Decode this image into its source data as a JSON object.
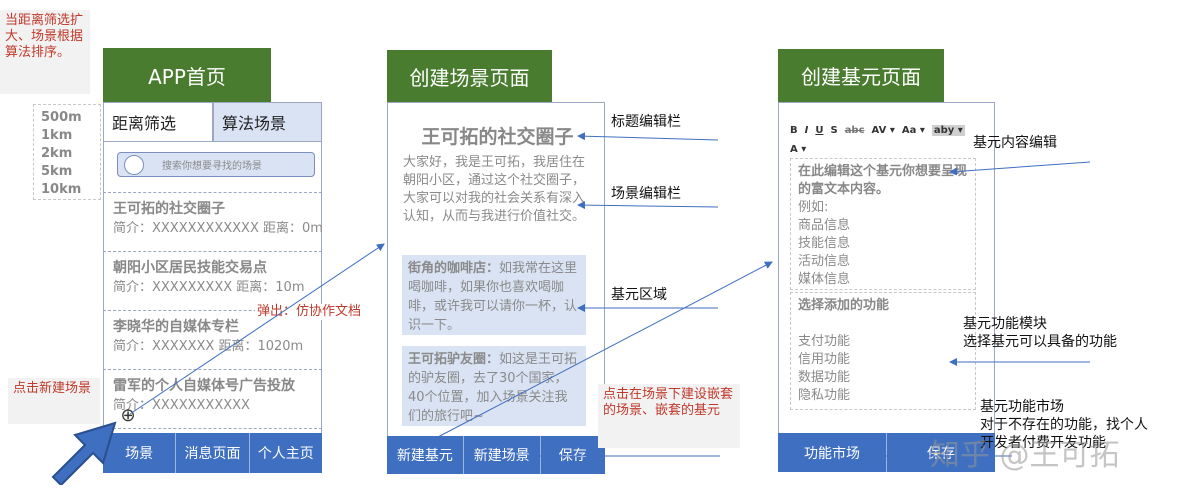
{
  "notes": {
    "top_left": "当距离筛选扩大、场景根据算法排序。",
    "add_scene": "点击新建场景",
    "popup": "弹出：仿协作文档",
    "nested": "点击在场景下建设嵌套的场景、嵌套的基元"
  },
  "distance_options": [
    "500m",
    "1km",
    "2km",
    "5km",
    "10km"
  ],
  "home": {
    "title": "APP首页",
    "tabs": [
      "距离筛选",
      "算法场景"
    ],
    "search_placeholder": "搜索你想要寻找的场景",
    "items": [
      {
        "title": "王可拓的社交圈子",
        "sub": "简介：XXXXXXXXXXXX 距离：0m"
      },
      {
        "title": "朝阳小区居民技能交易点",
        "sub": "简介：XXXXXXXXX 距离：10m"
      },
      {
        "title": "李晓华的自媒体专栏",
        "sub": "简介：XXXXXXX 距离：1020m"
      },
      {
        "title": "雷军的个人自媒体号广告投放",
        "sub": "简介：XXXXXXXXXXX"
      }
    ],
    "plus": "⊕",
    "bottom": [
      "场景",
      "消息页面",
      "个人主页"
    ]
  },
  "scene": {
    "title": "创建场景页面",
    "heading": "王可拓的社交圈子",
    "intro": "大家好，我是王可拓，我居住在朝阳小区，通过这个社交圈子，大家可以对我的社会关系有深入认知，从而与我进行价值社交。",
    "elem1_name": "街角的咖啡店：",
    "elem1_text": "如我常在这里喝咖啡，如果你也喜欢喝咖啡，或许我可以请你一杯，认识一下。",
    "elem2_name": "王可拓驴友圈：",
    "elem2_text": "如这是王可拓的驴友圈，去了30个国家，40个位置，加入场景关注我们的旅行吧~",
    "bottom": [
      "新建基元",
      "新建场景",
      "保存"
    ]
  },
  "element": {
    "title": "创建基元页面",
    "toolbar": [
      "B",
      "I",
      "U",
      "S",
      "abc",
      "AV ▾",
      "Aa ▾",
      "aby ▾",
      "A ▾"
    ],
    "edit_title": "在此编辑这个基元你想要呈现的富文本内容。",
    "edit_lines": [
      "例如:",
      "商品信息",
      "技能信息",
      "活动信息",
      "媒体信息"
    ],
    "func_title": "选择添加的功能",
    "func_lines": [
      "支付功能",
      "信用功能",
      "数据功能",
      "隐私功能"
    ],
    "bottom": [
      "功能市场",
      "保存"
    ]
  },
  "labels": {
    "title_bar": "标题编辑栏",
    "scene_bar": "场景编辑栏",
    "elem_area": "基元区域",
    "rich_edit": "基元内容编辑",
    "func_module": "基元功能模块",
    "func_module2": "选择基元可以具备的功能",
    "market": "基元功能市场",
    "market2": "对于不存在的功能，找个人",
    "market3": "开发者付费开发功能"
  },
  "watermark": "知乎 @王可拓"
}
